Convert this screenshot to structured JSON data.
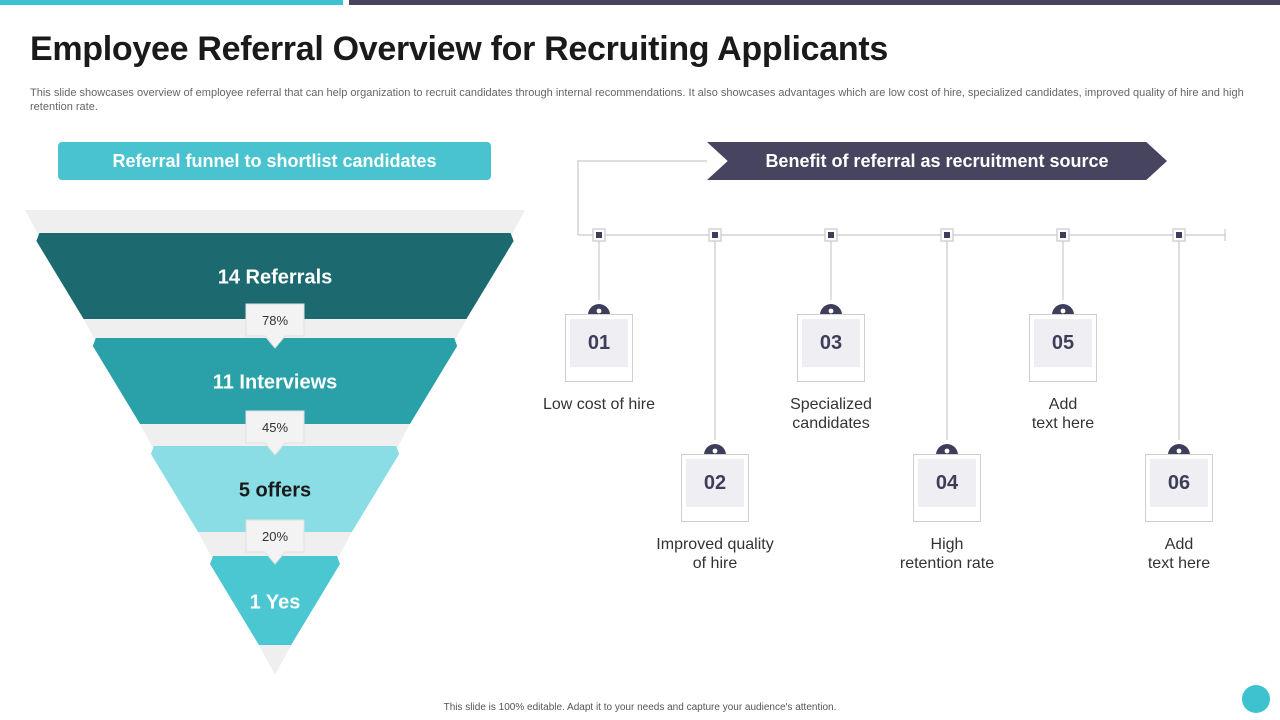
{
  "title": "Employee Referral Overview for Recruiting Applicants",
  "subtitle": "This slide showcases overview of employee referral that can help organization to recruit candidates through internal recommendations. It also showcases advantages which are low cost of hire, specialized candidates, improved quality of hire and high retention rate.",
  "funnel": {
    "header": "Referral funnel to shortlist candidates",
    "tiers": [
      {
        "label": "14 Referrals",
        "color": "#1c6a70",
        "text_color": "#ffffff"
      },
      {
        "label": "11 Interviews",
        "color": "#2aa0a9",
        "text_color": "#ffffff"
      },
      {
        "label": "5 offers",
        "color": "#8adde4",
        "text_color": "#1a1a1a"
      },
      {
        "label": "1 Yes",
        "color": "#4ac7d1",
        "text_color": "#ffffff"
      }
    ],
    "conversions": [
      "78%",
      "45%",
      "20%"
    ]
  },
  "benefits": {
    "header": "Benefit of referral as recruitment source",
    "items": [
      {
        "number": "01",
        "text": "Low cost of hire"
      },
      {
        "number": "02",
        "text": "Improved quality\nof hire"
      },
      {
        "number": "03",
        "text": "Specialized\ncandidates"
      },
      {
        "number": "04",
        "text": "High\nretention rate"
      },
      {
        "number": "05",
        "text": "Add\ntext here"
      },
      {
        "number": "06",
        "text": "Add\ntext here"
      }
    ]
  },
  "footer": "This slide is 100% editable. Adapt it to your needs and capture your audience's attention.",
  "colors": {
    "accent_teal": "#3cc3cf",
    "dark_navy": "#46445f",
    "tag_navy": "#3f3e5a"
  }
}
